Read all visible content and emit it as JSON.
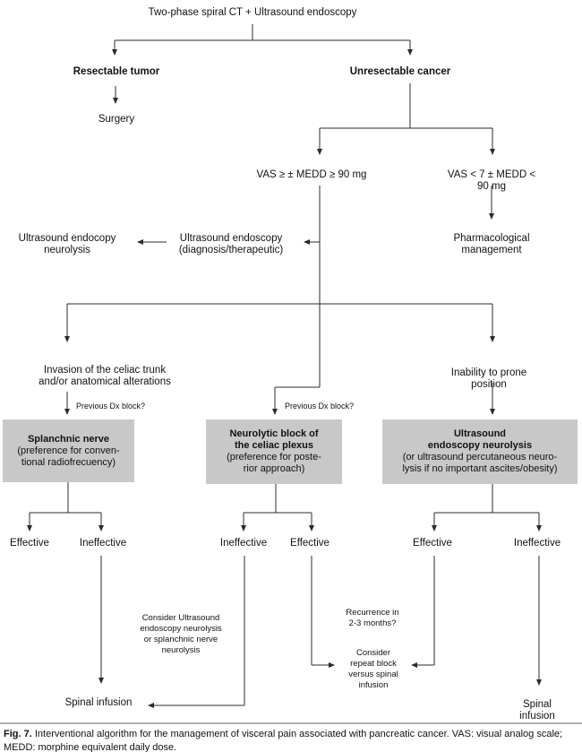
{
  "colors": {
    "box-fill": "#c8c8c8",
    "line": "#2b2b2b",
    "text": "#111111"
  },
  "nodes": {
    "title": "Two-phase spiral CT + Ultrasound endoscopy",
    "resectable": "Resectable tumor",
    "unresectable": "Unresectable cancer",
    "surgery": "Surgery",
    "vas_high": "VAS ≥ ± MEDD ≥ 90 mg",
    "vas_low": "VAS < 7 ± MEDD < 90 mg",
    "ue_neurolysis": "Ultrasound endocopy\nneurolysis",
    "ue_diagnostic": "Ultrasound endoscopy\n(diagnosis/therapeutic)",
    "pharmacological": "Pharmacological\nmanagement",
    "invasion": "Invasion of the celiac trunk\nand/or anatomical alterations",
    "inability": "Inability to prone position",
    "previous_dx_left": "Previous Dx block?",
    "previous_dx_middle": "Previous Dx block?",
    "consider_ue": "Consider Ultrasound\nendoscopy neurolysis\nor splanchnic nerve\nneurolysis",
    "recurrence": "Recurrence in\n2-3 months?",
    "consider_repeat": "Consider\nrepeat block\nversus spinal\ninfusion",
    "spinal_left": "Spinal infusion",
    "spinal_right": "Spinal infusion"
  },
  "boxes": {
    "splanchnic": {
      "title": "Splanchnic nerve",
      "subtitle": "(preference for conven-\ntional radiofrecuency)"
    },
    "neurolytic": {
      "title": "Neurolytic block of\nthe celiac plexus",
      "subtitle": "(preference for poste-\nrior approach)"
    },
    "ultrasound": {
      "title": "Ultrasound\nendoscopy neurolysis",
      "subtitle": "(or ultrasound percutaneous neuro-\nlysis if no important ascites/obesity)"
    }
  },
  "outcomes": {
    "splanchnic_effective": "Effective",
    "splanchnic_ineffective": "Ineffective",
    "neurolytic_ineffective": "Ineffective",
    "neurolytic_effective": "Effective",
    "ultrasound_effective": "Effective",
    "ultrasound_ineffective": "Ineffective"
  },
  "caption": {
    "label": "Fig. 7.",
    "text": "Interventional algorithm for the management of visceral pain associated with pancreatic cancer. VAS: visual analog scale; MEDD: morphine equivalent daily dose."
  }
}
